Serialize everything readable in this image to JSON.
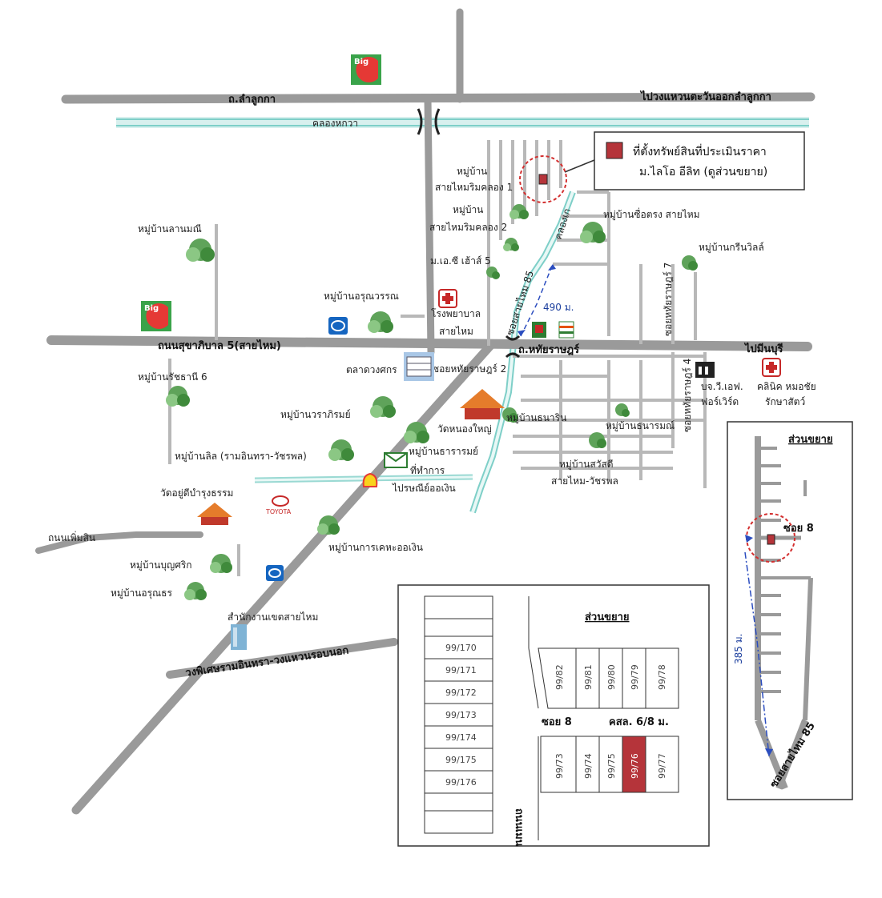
{
  "roads": {
    "top_road": "ถ.ลำลูกกา",
    "top_road_right": "ไปวงแหวนตะวันออกลำลูกกา",
    "canal_top": "คลองหกวา",
    "main_road": "ถนนสุขาภิบาล 5(สายไหม)",
    "main_road_right": "ไปมีนบุรี",
    "road_hathairat": "ถ.หทัยราษฎร์",
    "soi_saimai_85": "ซอยสายไหม 85",
    "soi_hathairat_2": "ซอยหทัยราษฎร์ 2",
    "soi_hathairat_4": "ซอยหทัยราษฎร์ 4",
    "soi_hathairat_7": "ซอยหทัยราษฎร์ 7",
    "khlong": "คลองเก",
    "distance_main": "490 ม.",
    "road_phermsin": "ถนนเพิ่มสิน",
    "road_bottom": "วงพิเศษรามอินทรา-วงแหวนรอบนอก"
  },
  "legend": {
    "line1": "ที่ตั้งทรัพย์สินที่ประเมินราคา",
    "line2": "ม.ไลโอ อีลิท (ดูส่วนขยาย)",
    "marker_color": "#b5343a"
  },
  "places": {
    "v_saimai_rimkhlong1_a": "หมู่บ้าน",
    "v_saimai_rimkhlong1_b": "สายไหมริมคลอง 1",
    "v_saimai_rimkhlong2_a": "หมู่บ้าน",
    "v_saimai_rimkhlong2_b": "สายไหมริมคลอง 2",
    "v_mc_house5": "ม.เอ.ซี เฮ้าส์ 5",
    "v_suetrong": "หมู่บ้านซื่อตรง สายไหม",
    "v_green_ville": "หมู่บ้านกรีนวิลล์",
    "v_lanmanee": "หมู่บ้านลานมณี",
    "v_arunwan": "หมู่บ้านอรุณวรรณ",
    "hospital_a": "โรงพยาบาล",
    "hospital_b": "สายไหม",
    "v_ratthani6": "หมู่บ้านรัชธานี 6",
    "market": "ตลาดวงศกร",
    "bj_a": "บจ.วี.เอฟ.",
    "bj_b": "ฟอร์เวิร์ด",
    "clinic_a": "คลินิค หมอชัย",
    "clinic_b": "รักษาสัตว์",
    "v_waraphirom": "หมู่บ้านวราภิรมย์",
    "wat_nongyai": "วัดหนองใหญ่",
    "v_thanarin": "หมู่บ้านธนาริน",
    "v_thanaram": "หมู่บ้านธนารมณ์",
    "v_thararom": "หมู่บ้านธารารมย์",
    "v_lil": "หมู่บ้านลิล (รามอินทรา-วัชรพล)",
    "post_a": "ที่ทำการ",
    "post_b": "ไปรษณีย์ออเงิน",
    "v_sawasdi_a": "หมู่บ้านสวัสดี",
    "v_sawasdi_b": "สายไหม-วัชรพล",
    "wat_yudee": "วัดอยู่ดีบำรุงธรรม",
    "toyota": "TOYOTA",
    "v_kaeha": "หมู่บ้านการเคหะออเงิน",
    "v_bunsarik": "หมู่บ้านบุญศริก",
    "v_arunthorn": "หมู่บ้านอรุณธร",
    "district_office": "สำนักงานเขตสายไหม",
    "big_c": "Big"
  },
  "inset_right": {
    "title": "ส่วนขยาย",
    "soi8": "ซอย 8",
    "distance": "385 ม.",
    "road": "ซอยสายไหม 85"
  },
  "inset_bottom": {
    "title": "ส่วนขยาย",
    "left_lots": [
      "99/170",
      "99/171",
      "99/172",
      "99/173",
      "99/174",
      "99/175",
      "99/176"
    ],
    "top_lots": [
      "99/82",
      "99/81",
      "99/80",
      "99/79",
      "99/78"
    ],
    "bottom_lots": [
      "99/73",
      "99/74",
      "99/75",
      "99/76",
      "99/77"
    ],
    "highlight_lot": "99/76",
    "soi8": "ซอย 8",
    "kasl": "คสล. 6/8 ม.",
    "road_main": "ถนนเมน"
  }
}
